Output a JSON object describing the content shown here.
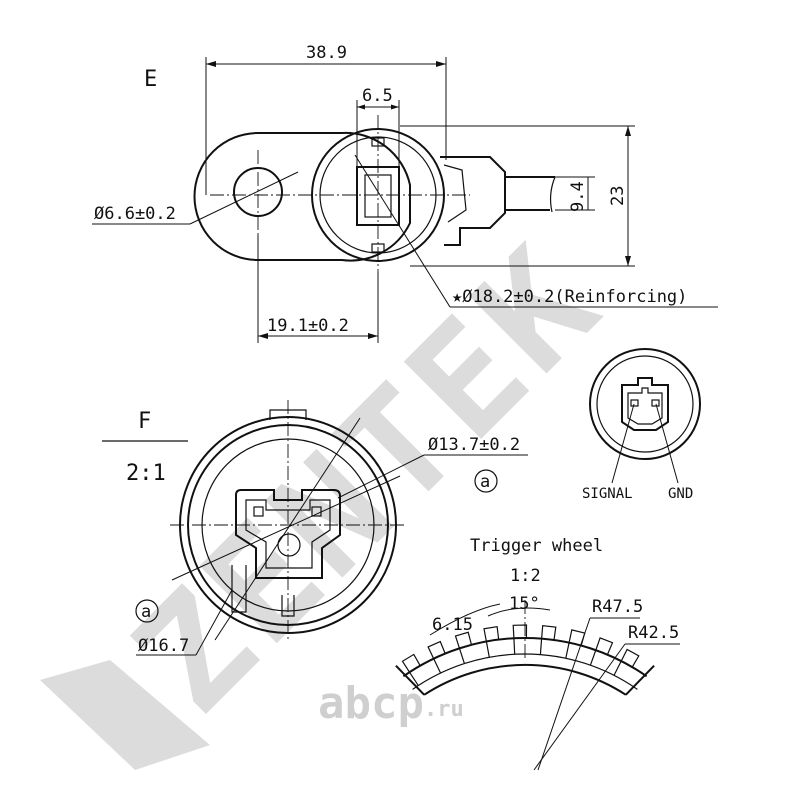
{
  "views": {
    "e": {
      "label": "E"
    },
    "f": {
      "label": "F",
      "scale": "2:1"
    },
    "trigger": {
      "title": "Trigger wheel",
      "scale": "1:2"
    }
  },
  "dims": {
    "overall_width": "38.9",
    "connector_width": "6.5",
    "height_small": "9.4",
    "height_total": "23",
    "hole_dia": "Ø6.6±0.2",
    "offset": "19.1±0.2",
    "reinforcing": "★Ø18.2±0.2(Reinforcing)",
    "inner_dia": "Ø13.7±0.2",
    "outer_dia": "Ø16.7",
    "callout_a": "a",
    "tooth_pitch": "6.15",
    "tooth_angle": "15°",
    "r_outer": "R47.5",
    "r_inner": "R42.5"
  },
  "pins": {
    "signal": "SIGNAL",
    "gnd": "GND"
  },
  "watermark": {
    "brand": "ZENTEK",
    "shop": "abcp",
    "shop_tld": ".ru"
  },
  "colors": {
    "line": "#111111",
    "watermark": "#dcdcdc"
  }
}
